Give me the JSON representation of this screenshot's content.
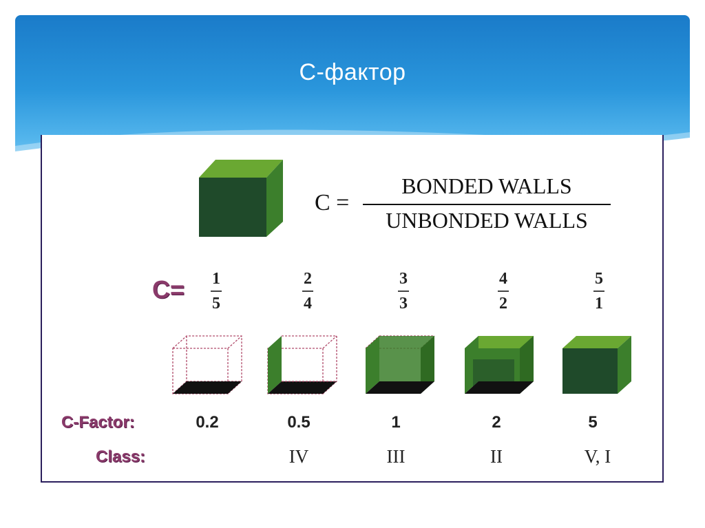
{
  "slide": {
    "title": "С-фактор"
  },
  "formula": {
    "lhs": "C =",
    "numerator": "BONDED WALLS",
    "denominator": "UNBONDED WALLS"
  },
  "labels": {
    "c": "C=",
    "c_factor": "C-Factor:",
    "class": "Class:"
  },
  "configurations": [
    {
      "numerator": "1",
      "denominator": "5",
      "c_factor": "0.2",
      "class": ""
    },
    {
      "numerator": "2",
      "denominator": "4",
      "c_factor": "0.5",
      "class": "IV"
    },
    {
      "numerator": "3",
      "denominator": "3",
      "c_factor": "1",
      "class": "III"
    },
    {
      "numerator": "4",
      "denominator": "2",
      "c_factor": "2",
      "class": "II"
    },
    {
      "numerator": "5",
      "denominator": "1",
      "c_factor": "5",
      "class": "V, I"
    }
  ],
  "colors": {
    "header_top": "#1a7bc9",
    "header_bottom": "#8fd3f6",
    "wall_front": "#1f4a2a",
    "wall_side": "#3c7f2c",
    "wall_top": "#6aa832",
    "label_color": "#8a3a6a",
    "dashed_edge": "#b04a6a"
  }
}
